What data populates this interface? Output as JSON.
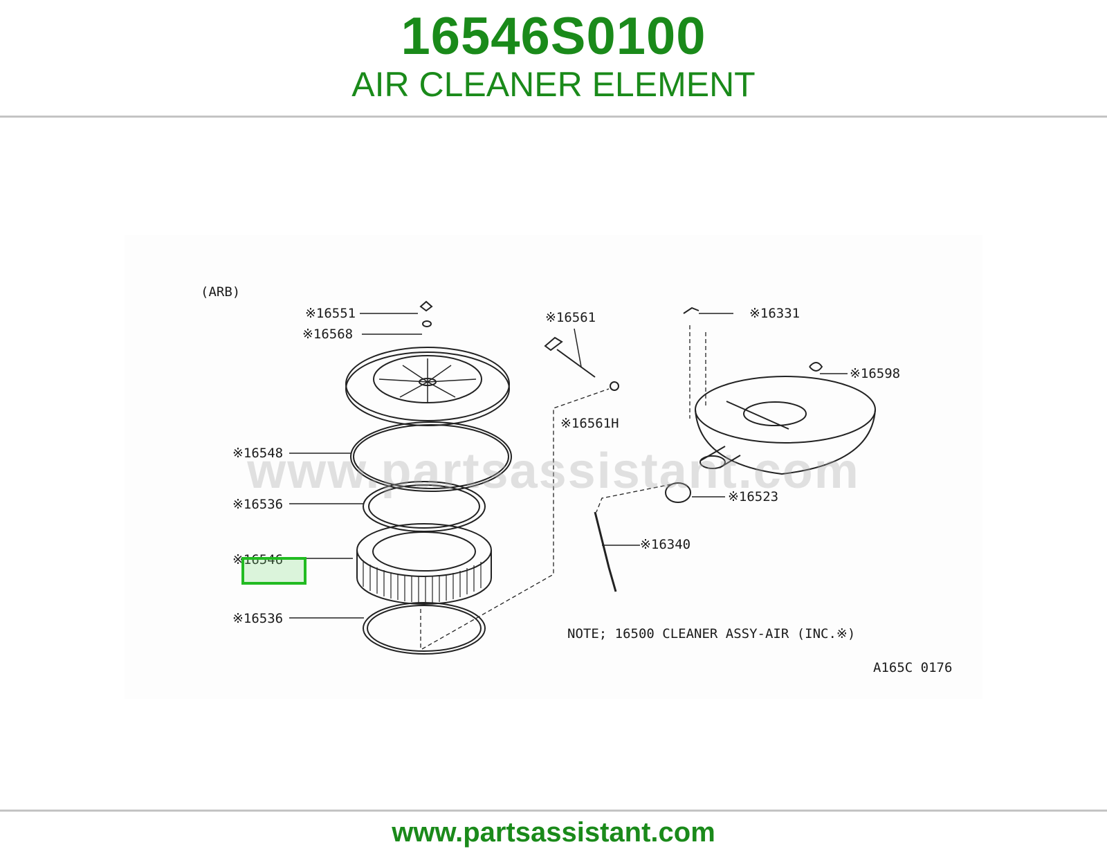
{
  "header": {
    "part_number": "16546S0100",
    "part_name": "AIR CLEANER ELEMENT"
  },
  "diagram": {
    "variant": "(ARB)",
    "callouts": [
      {
        "id": "c16551",
        "text": "※16551"
      },
      {
        "id": "c16568",
        "text": "※16568"
      },
      {
        "id": "c16548",
        "text": "※16548"
      },
      {
        "id": "c16536a",
        "text": "※16536"
      },
      {
        "id": "c16546",
        "text": "※16546"
      },
      {
        "id": "c16536b",
        "text": "※16536"
      },
      {
        "id": "c16561",
        "text": "※16561"
      },
      {
        "id": "c16561h",
        "text": "※16561H"
      },
      {
        "id": "c16331",
        "text": "※16331"
      },
      {
        "id": "c16598",
        "text": "※16598"
      },
      {
        "id": "c16523",
        "text": "※16523"
      },
      {
        "id": "c16340",
        "text": "※16340"
      }
    ],
    "note": "NOTE; 16500 CLEANER ASSY-AIR (INC.※)",
    "drawing_code": "A165C 0176",
    "highlighted_callout": "c16546"
  },
  "watermark": "www.partsassistant.com",
  "footer": {
    "url": "www.partsassistant.com"
  },
  "colors": {
    "brand_green": "#1a8a1a",
    "highlight_green": "#22bb22",
    "divider": "#c4c4c4"
  }
}
